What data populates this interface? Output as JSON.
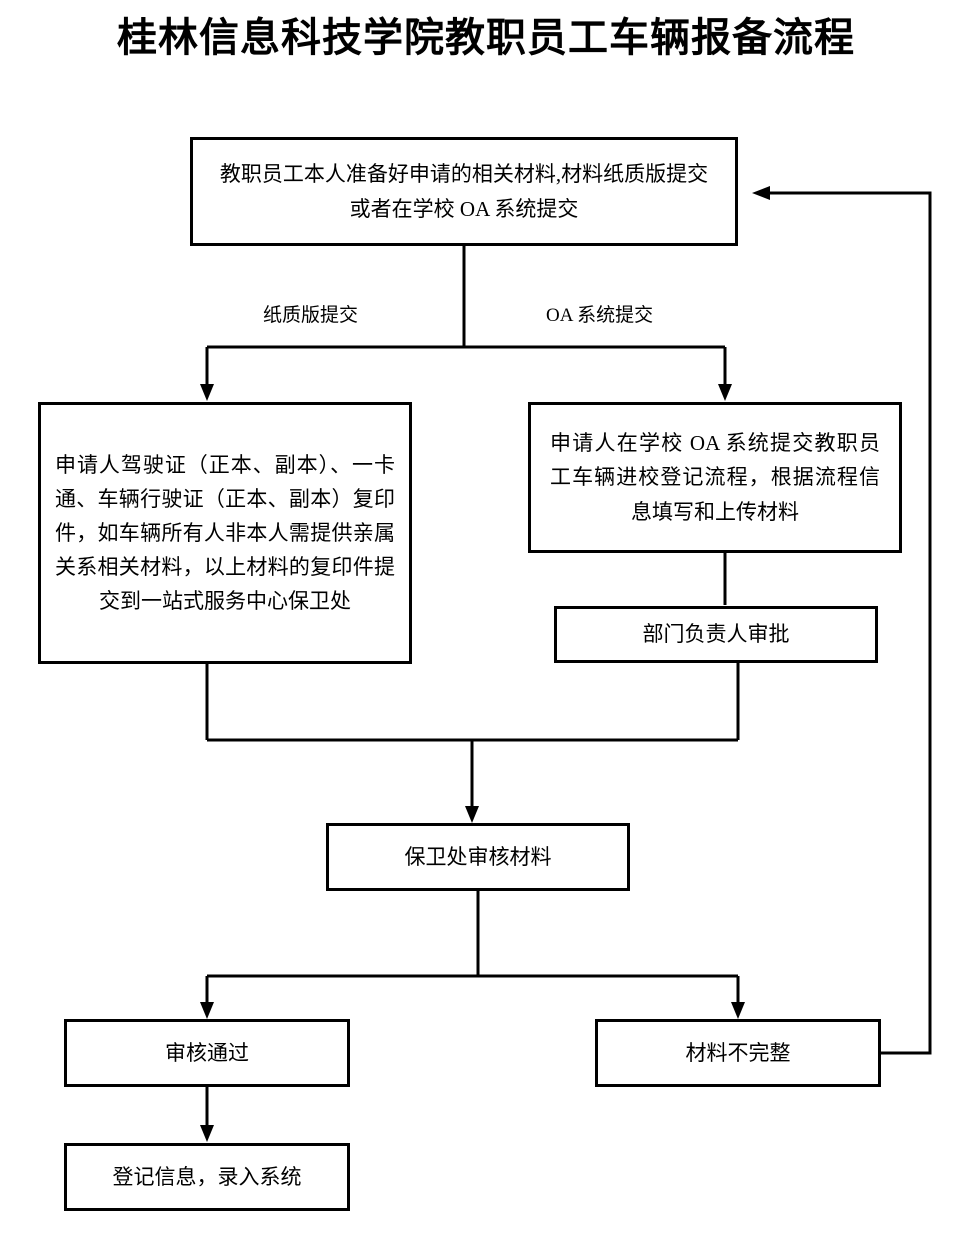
{
  "title": "桂林信息科技学院教职员工车辆报备流程",
  "flowchart": {
    "type": "flowchart",
    "orientation": "top-down",
    "nodes": [
      {
        "id": "start",
        "label": "教职员工本人准备好申请的相关材料,材料纸质版提交或者在学校 OA 系统提交"
      },
      {
        "id": "paper-materials",
        "label": "申请人驾驶证（正本、副本）、一卡通、车辆行驶证（正本、副本）复印件，如车辆所有人非本人需提供亲属关系相关材料，以上材料的复印件提交到一站式服务中心保卫处"
      },
      {
        "id": "oa-submit",
        "label": "申请人在学校 OA 系统提交教职员工车辆进校登记流程，根据流程信息填写和上传材料"
      },
      {
        "id": "dept-approval",
        "label": "部门负责人审批"
      },
      {
        "id": "security-review",
        "label": "保卫处审核材料"
      },
      {
        "id": "review-passed",
        "label": "审核通过"
      },
      {
        "id": "materials-incomplete",
        "label": "材料不完整"
      },
      {
        "id": "register-info",
        "label": "登记信息，录入系统"
      }
    ],
    "edge_labels": {
      "paper_branch": "纸质版提交",
      "oa_branch": "OA 系统提交"
    },
    "edges": [
      {
        "from": "start",
        "to": "paper-materials",
        "label": "纸质版提交"
      },
      {
        "from": "start",
        "to": "oa-submit",
        "label": "OA 系统提交"
      },
      {
        "from": "paper-materials",
        "to": "security-review",
        "label": ""
      },
      {
        "from": "oa-submit",
        "to": "dept-approval",
        "label": ""
      },
      {
        "from": "dept-approval",
        "to": "security-review",
        "label": ""
      },
      {
        "from": "security-review",
        "to": "review-passed",
        "label": ""
      },
      {
        "from": "security-review",
        "to": "materials-incomplete",
        "label": ""
      },
      {
        "from": "review-passed",
        "to": "register-info",
        "label": ""
      },
      {
        "from": "materials-incomplete",
        "to": "start",
        "label": ""
      }
    ]
  },
  "colors": {
    "stroke": "#000000",
    "background": "#ffffff",
    "text": "#000000"
  }
}
